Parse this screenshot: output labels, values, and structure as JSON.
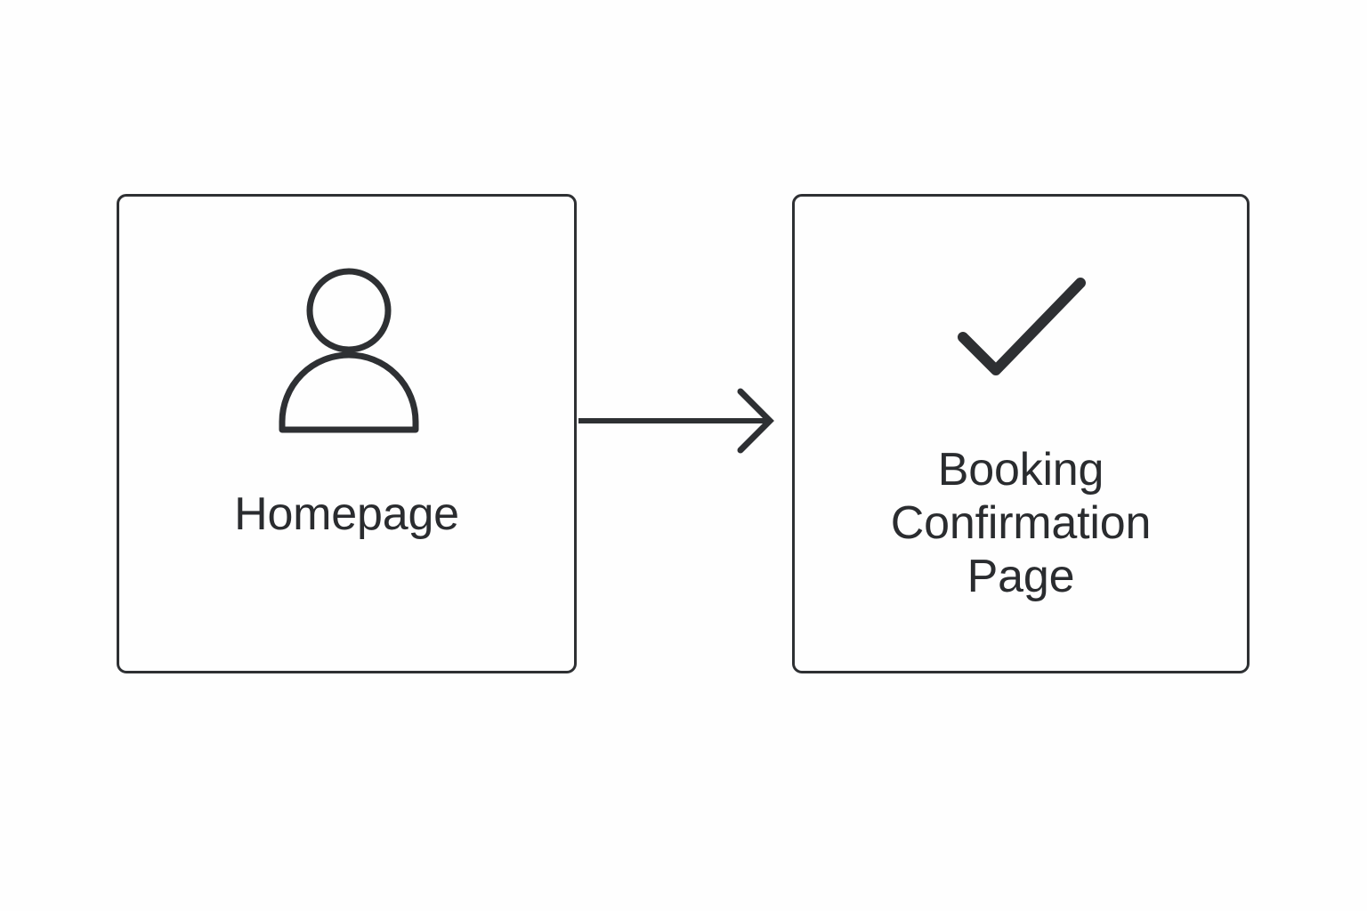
{
  "diagram": {
    "type": "flow",
    "background_color": "#fefefe",
    "stroke_color": "#2e3033",
    "text_color": "#2a2c2f",
    "nodes": [
      {
        "id": "homepage",
        "label": "Homepage",
        "icon": "person-icon",
        "shape": "rounded-rectangle"
      },
      {
        "id": "confirmation",
        "label": "Booking\nConfirmation\nPage",
        "icon": "checkmark-icon",
        "shape": "rounded-rectangle"
      }
    ],
    "edges": [
      {
        "id": "homepage-to-confirmation",
        "from": "homepage",
        "to": "confirmation",
        "label": "",
        "arrowhead": "open-chevron",
        "direction": "right"
      }
    ]
  }
}
